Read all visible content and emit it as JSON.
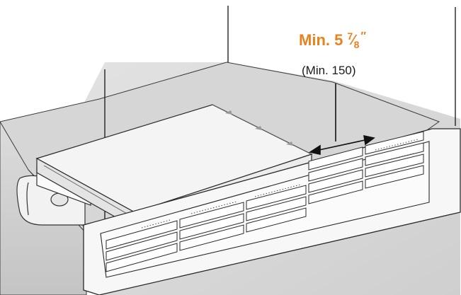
{
  "dimension": {
    "whole": "Min. 5",
    "numerator": "7",
    "slash": "⁄",
    "denominator": "8",
    "unit": "″",
    "metric": "(Min. 150)",
    "accent_color": "#e8821e"
  }
}
